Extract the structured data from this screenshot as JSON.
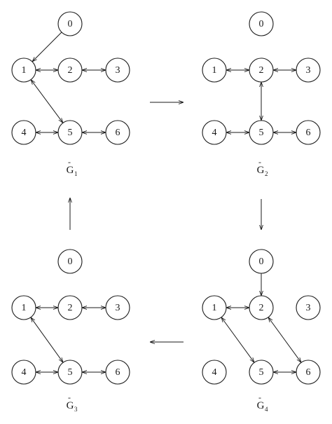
{
  "graphs": [
    {
      "id": "g1",
      "label": {
        "bar": "-",
        "letter": "G",
        "sub": "1"
      },
      "nodes": [
        {
          "id": "0",
          "label": "0"
        },
        {
          "id": "1",
          "label": "1"
        },
        {
          "id": "2",
          "label": "2"
        },
        {
          "id": "3",
          "label": "3"
        },
        {
          "id": "4",
          "label": "4"
        },
        {
          "id": "5",
          "label": "5"
        },
        {
          "id": "6",
          "label": "6"
        }
      ],
      "edges": [
        {
          "from": "0",
          "to": "1",
          "type": "directed"
        },
        {
          "from": "1",
          "to": "2",
          "type": "bidirectional"
        },
        {
          "from": "2",
          "to": "3",
          "type": "bidirectional"
        },
        {
          "from": "1",
          "to": "5",
          "type": "bidirectional"
        },
        {
          "from": "4",
          "to": "5",
          "type": "bidirectional"
        },
        {
          "from": "5",
          "to": "6",
          "type": "bidirectional"
        }
      ]
    },
    {
      "id": "g2",
      "label": {
        "bar": "-",
        "letter": "G",
        "sub": "2"
      },
      "nodes": [
        {
          "id": "0",
          "label": "0"
        },
        {
          "id": "1",
          "label": "1"
        },
        {
          "id": "2",
          "label": "2"
        },
        {
          "id": "3",
          "label": "3"
        },
        {
          "id": "4",
          "label": "4"
        },
        {
          "id": "5",
          "label": "5"
        },
        {
          "id": "6",
          "label": "6"
        }
      ],
      "edges": [
        {
          "from": "1",
          "to": "2",
          "type": "bidirectional"
        },
        {
          "from": "2",
          "to": "3",
          "type": "bidirectional"
        },
        {
          "from": "2",
          "to": "5",
          "type": "bidirectional"
        },
        {
          "from": "4",
          "to": "5",
          "type": "bidirectional"
        },
        {
          "from": "5",
          "to": "6",
          "type": "bidirectional"
        }
      ]
    },
    {
      "id": "g3",
      "label": {
        "bar": "-",
        "letter": "G",
        "sub": "3"
      },
      "nodes": [
        {
          "id": "0",
          "label": "0"
        },
        {
          "id": "1",
          "label": "1"
        },
        {
          "id": "2",
          "label": "2"
        },
        {
          "id": "3",
          "label": "3"
        },
        {
          "id": "4",
          "label": "4"
        },
        {
          "id": "5",
          "label": "5"
        },
        {
          "id": "6",
          "label": "6"
        }
      ],
      "edges": [
        {
          "from": "1",
          "to": "2",
          "type": "bidirectional"
        },
        {
          "from": "2",
          "to": "3",
          "type": "bidirectional"
        },
        {
          "from": "1",
          "to": "5",
          "type": "bidirectional"
        },
        {
          "from": "4",
          "to": "5",
          "type": "bidirectional"
        },
        {
          "from": "5",
          "to": "6",
          "type": "bidirectional"
        }
      ]
    },
    {
      "id": "g4",
      "label": {
        "bar": "-",
        "letter": "G",
        "sub": "4"
      },
      "nodes": [
        {
          "id": "0",
          "label": "0"
        },
        {
          "id": "1",
          "label": "1"
        },
        {
          "id": "2",
          "label": "2"
        },
        {
          "id": "3",
          "label": "3"
        },
        {
          "id": "4",
          "label": "4"
        },
        {
          "id": "5",
          "label": "5"
        },
        {
          "id": "6",
          "label": "6"
        }
      ],
      "edges": [
        {
          "from": "0",
          "to": "2",
          "type": "directed"
        },
        {
          "from": "1",
          "to": "2",
          "type": "bidirectional"
        },
        {
          "from": "1",
          "to": "5",
          "type": "bidirectional"
        },
        {
          "from": "2",
          "to": "6",
          "type": "bidirectional"
        },
        {
          "from": "5",
          "to": "6",
          "type": "bidirectional"
        }
      ]
    }
  ],
  "flow": [
    {
      "from": "g1",
      "to": "g2",
      "direction": "right"
    },
    {
      "from": "g2",
      "to": "g4",
      "direction": "down"
    },
    {
      "from": "g4",
      "to": "g3",
      "direction": "left"
    },
    {
      "from": "g3",
      "to": "g1",
      "direction": "up"
    }
  ]
}
